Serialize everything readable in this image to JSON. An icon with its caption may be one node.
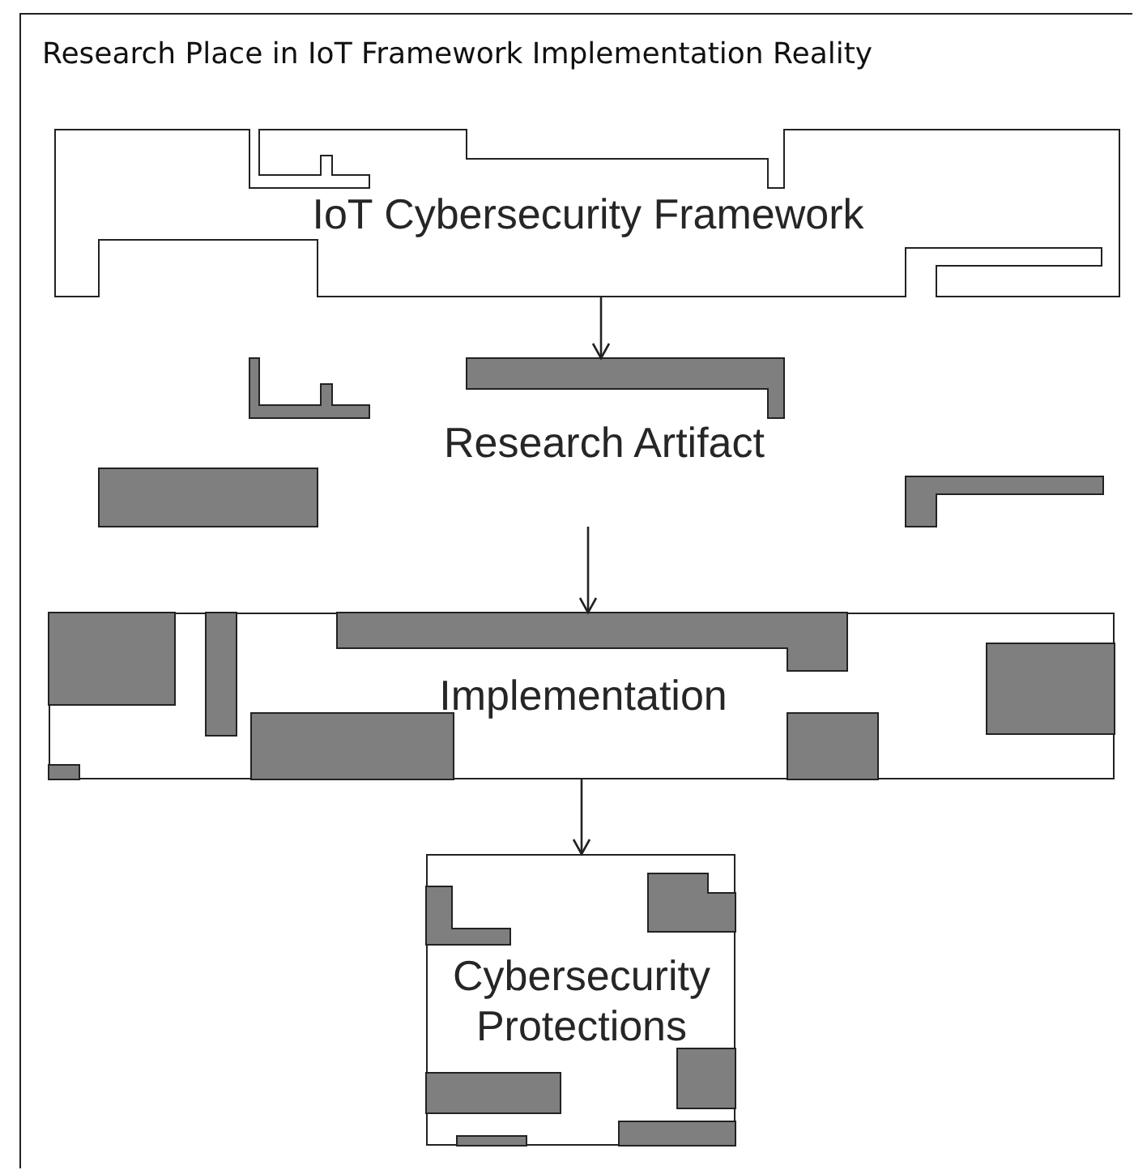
{
  "diagram": {
    "title": "Research Place in IoT Framework Implementation Reality",
    "nodes": [
      {
        "text": [
          "IoT Cybersecurity Framework"
        ]
      },
      {
        "text": [
          "Research Artifact"
        ]
      },
      {
        "text": [
          "Implementation"
        ]
      },
      {
        "text": [
          "Cybersecurity Protections"
        ]
      }
    ],
    "edges": [
      {
        "from": 0,
        "to": 1,
        "arrow": "to"
      },
      {
        "from": 1,
        "to": 2,
        "arrow": "to"
      },
      {
        "from": 2,
        "to": 3,
        "arrow": "to"
      }
    ]
  }
}
